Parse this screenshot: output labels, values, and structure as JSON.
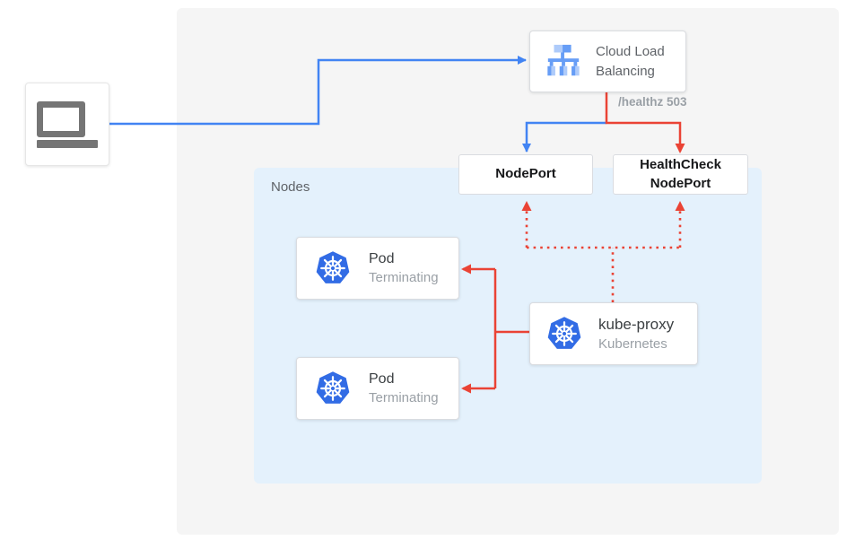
{
  "diagram": {
    "client": {
      "icon": "laptop-icon"
    },
    "cloud_load_balancing": {
      "label": "Cloud Load Balancing",
      "icon": "cloud-load-balancing-icon"
    },
    "healthz_badge": "/healthz 503",
    "nodeport": {
      "label": "NodePort"
    },
    "healthcheck_nodeport": {
      "label": "HealthCheck NodePort"
    },
    "nodes_group": {
      "label": "Nodes"
    },
    "pods": [
      {
        "title": "Pod",
        "status": "Terminating",
        "icon": "kubernetes-icon"
      },
      {
        "title": "Pod",
        "status": "Terminating",
        "icon": "kubernetes-icon"
      }
    ],
    "kube_proxy": {
      "title": "kube-proxy",
      "subtitle": "Kubernetes",
      "icon": "kubernetes-icon"
    }
  },
  "colors": {
    "blue_connector": "#4284f3",
    "red_connector": "#ea4335",
    "panel_fill": "#f5f5f5",
    "nodes_fill": "#e4f1fc",
    "kubernetes_blue": "#326ce5",
    "icon_gray": "#757575"
  }
}
